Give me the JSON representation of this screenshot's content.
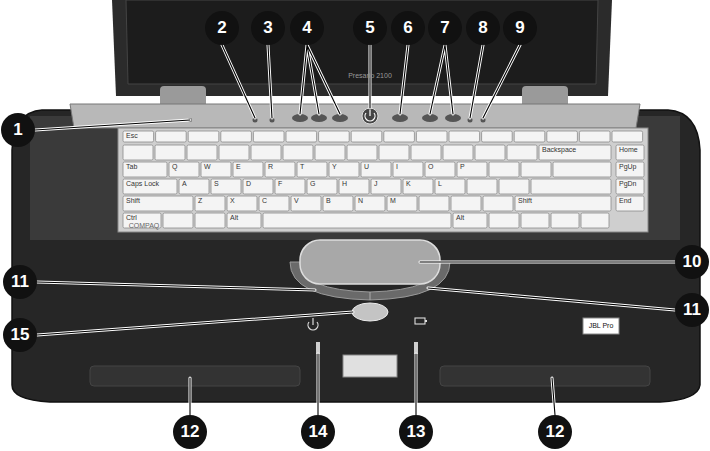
{
  "diagram": {
    "labels": [
      "1",
      "2",
      "3",
      "4",
      "5",
      "6",
      "7",
      "8",
      "9",
      "10",
      "11",
      "11",
      "15",
      "12",
      "12",
      "14",
      "13",
      "Presario 2100",
      "COMPAQ",
      "JBL Pro",
      "Esc",
      "Backspace",
      "Home",
      "Tab",
      "Q",
      "W",
      "E",
      "R",
      "T",
      "Y",
      "U",
      "I",
      "O",
      "P",
      "PgUp",
      "Caps Lock",
      "A",
      "S",
      "D",
      "F",
      "G",
      "H",
      "J",
      "K",
      "L",
      "PgDn",
      "Shift",
      "Z",
      "X",
      "C",
      "V",
      "B",
      "N",
      "M",
      "Shift",
      "End",
      "Ctrl",
      "Alt",
      "Alt"
    ]
  }
}
